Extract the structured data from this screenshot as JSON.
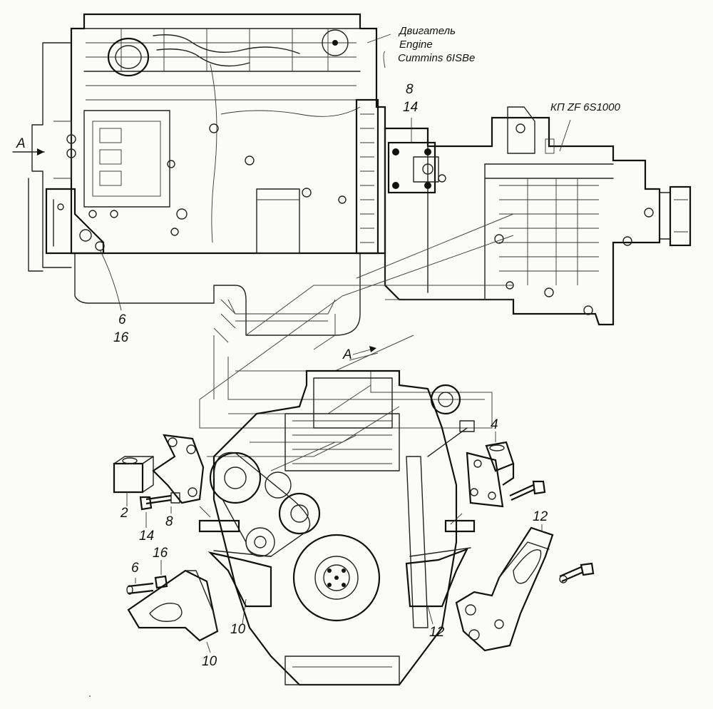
{
  "engine_caption": {
    "ru": "Двигатель",
    "en": "Engine",
    "model": "Cummins 6ISBe"
  },
  "gearbox_caption": "КП ZF 6S1000",
  "view_arrow": "A",
  "view_marker": "A",
  "callouts": {
    "top_bolt": "8",
    "top_nut": "14",
    "left_bolt": "6",
    "left_nut": "16",
    "bracket_front_left": "2",
    "nut_front_left": "14",
    "bolt_front_left": "8",
    "bracket_front_right": "4",
    "nut_rear_left": "16",
    "bolt_rear_left": "6",
    "bracket_rear_left": "10",
    "bracket_rear_left_installed": "10",
    "bracket_rear_right_installed": "12",
    "bracket_rear_right": "12"
  }
}
